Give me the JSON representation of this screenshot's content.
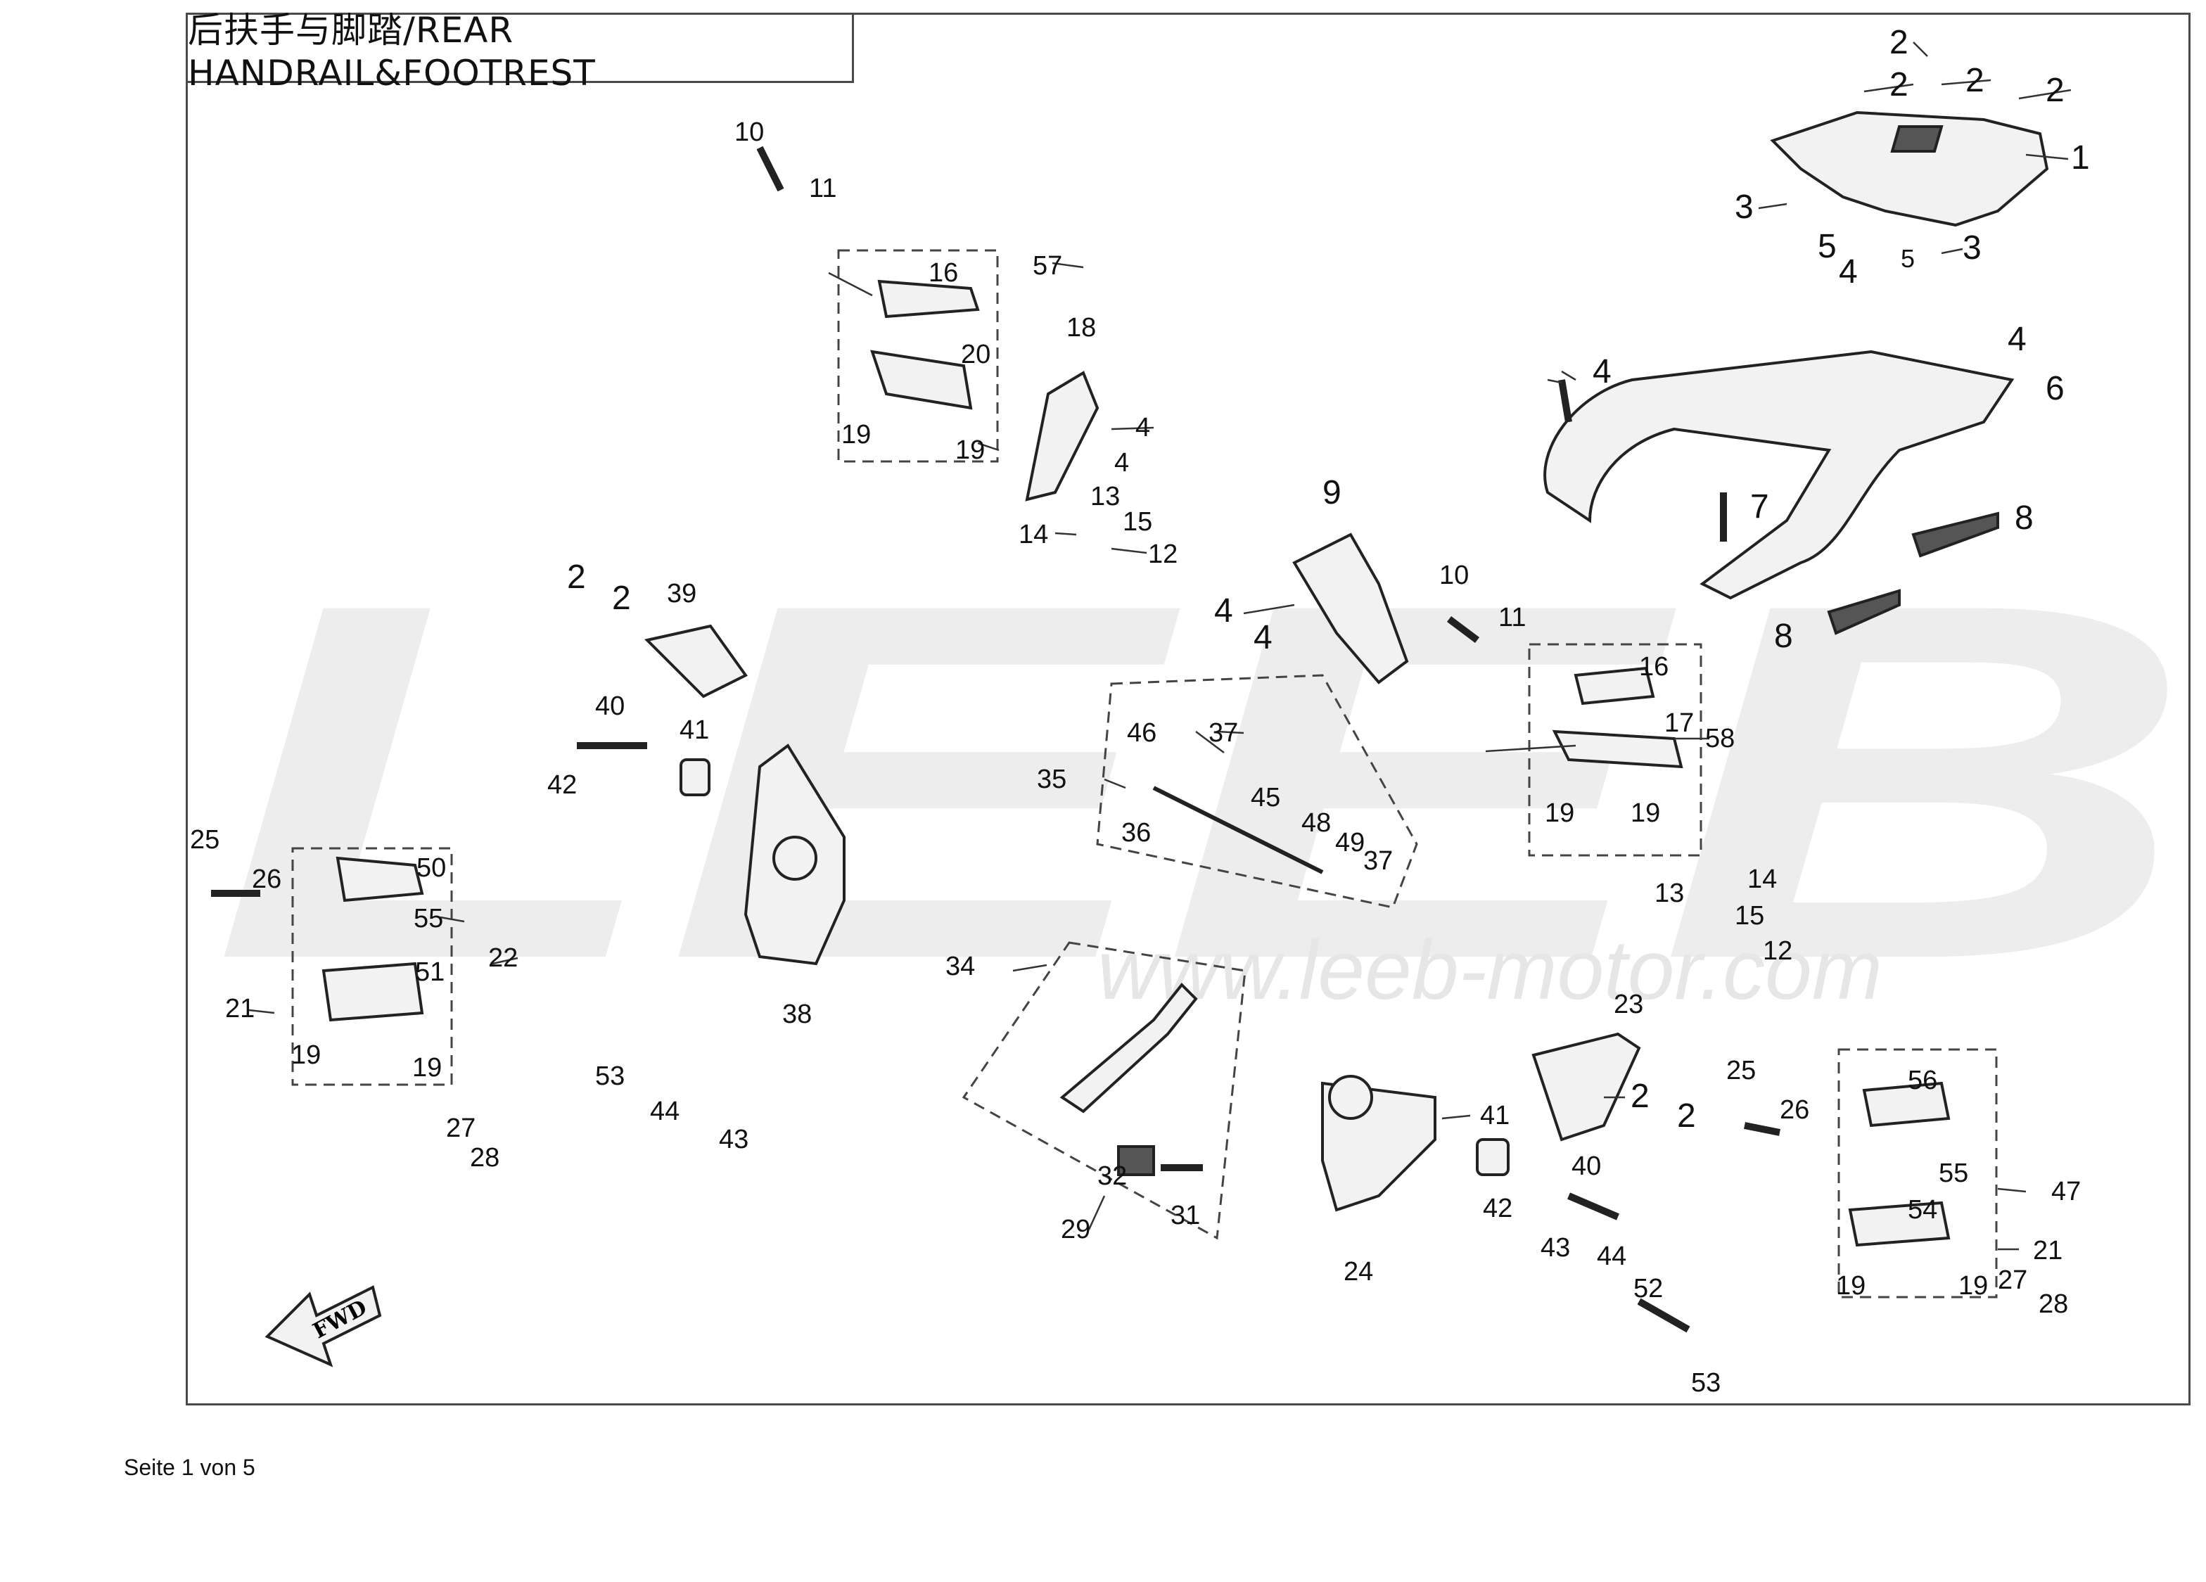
{
  "title": "后扶手与脚踏/REAR HANDRAIL&FOOTREST",
  "footer": "Seite 1 von 5",
  "watermark": {
    "logo": "LEEB",
    "url": "www.leeb-motor.com"
  },
  "fwd_label": "FWD",
  "callouts": [
    "2",
    "2",
    "2",
    "2",
    "1",
    "3",
    "3",
    "5",
    "4",
    "5",
    "4",
    "4",
    "6",
    "7",
    "8",
    "8",
    "10",
    "11",
    "16",
    "57",
    "20",
    "18",
    "4",
    "4",
    "19",
    "19",
    "13",
    "15",
    "14",
    "12",
    "9",
    "4",
    "4",
    "10",
    "11",
    "16",
    "17",
    "58",
    "19",
    "19",
    "13",
    "14",
    "15",
    "12",
    "2",
    "2",
    "39",
    "40",
    "41",
    "42",
    "35",
    "46",
    "37",
    "36",
    "45",
    "48",
    "49",
    "37",
    "25",
    "26",
    "50",
    "55",
    "22",
    "51",
    "21",
    "19",
    "19",
    "27",
    "28",
    "38",
    "53",
    "44",
    "43",
    "34",
    "29",
    "32",
    "31",
    "23",
    "2",
    "2",
    "41",
    "42",
    "40",
    "24",
    "43",
    "44",
    "52",
    "53",
    "25",
    "26",
    "56",
    "55",
    "47",
    "54",
    "21",
    "19",
    "19",
    "27",
    "28"
  ],
  "colors": {
    "line": "#222222",
    "frame": "#4a4a4a",
    "watermark": "#ececec"
  }
}
